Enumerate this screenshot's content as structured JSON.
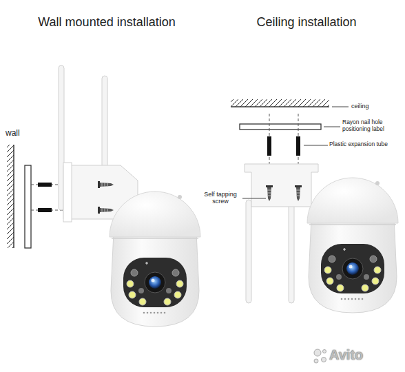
{
  "diagram": {
    "labels": [
      "Wall mounted installation",
      "Ceiling installation",
      "wall",
      "ceiling",
      "Rayon nail hole positioning label",
      "Plastic expansion tube",
      "Self tapping screw",
      "Avito"
    ]
  }
}
